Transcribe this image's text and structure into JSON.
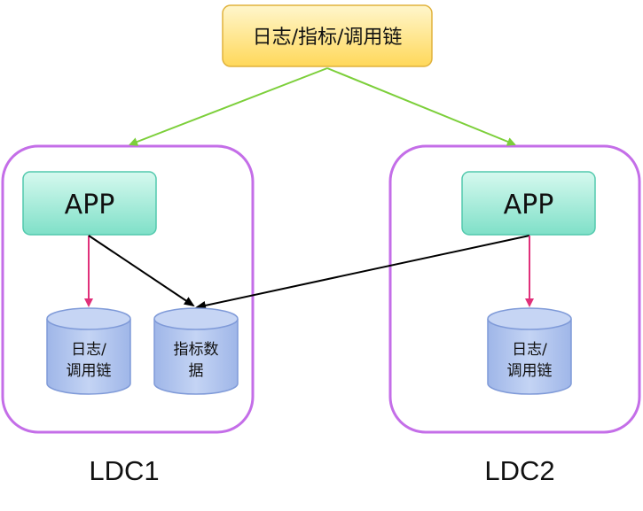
{
  "top_box": {
    "label": "日志/指标/调用链"
  },
  "ldc1": {
    "name": "LDC1",
    "app_label": "APP",
    "db_logs": {
      "line1": "日志/",
      "line2": "调用链"
    },
    "db_metrics": {
      "line1": "指标数",
      "line2": "据"
    }
  },
  "ldc2": {
    "name": "LDC2",
    "app_label": "APP",
    "db_logs": {
      "line1": "日志/",
      "line2": "调用链"
    }
  },
  "colors": {
    "region_border": "#c46ee8",
    "app_fill_top": "#c9f6ea",
    "app_fill_bottom": "#7fe0c8",
    "app_border": "#52c9ad",
    "top_fill_top": "#fff6cc",
    "top_fill_bottom": "#ffd85a",
    "top_border": "#e0b23c",
    "db_fill": "#b4c7ee",
    "db_border": "#7f9ad8",
    "arrow_green": "#7ccf3a",
    "arrow_pink": "#e0307a",
    "arrow_black": "#000000"
  }
}
